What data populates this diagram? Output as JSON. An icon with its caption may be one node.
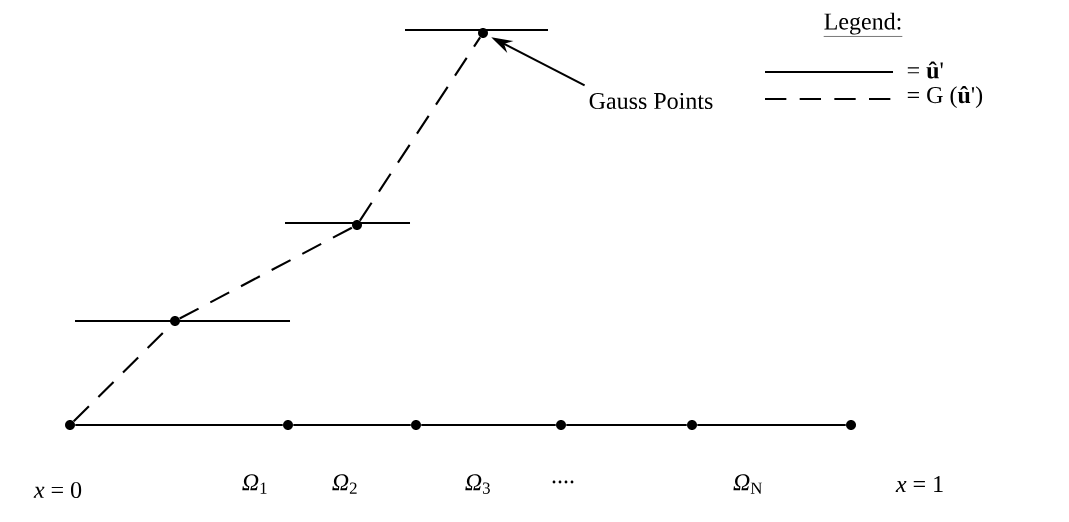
{
  "diagram": {
    "nodes": [
      {
        "text": [],
        "shape": "circle"
      },
      {
        "text": [
          "Gauss Points"
        ]
      },
      {
        "text": [],
        "shape": "circle"
      },
      {
        "text": [],
        "shape": "circle"
      },
      {
        "text": [],
        "shape": "circle"
      },
      {
        "text": [],
        "shape": "circle"
      },
      {
        "text": [],
        "shape": "circle"
      },
      {
        "text": [],
        "shape": "circle"
      },
      {
        "text": [],
        "shape": "circle"
      },
      {
        "text": [],
        "shape": "circle"
      }
    ],
    "edges": [
      {
        "from": 1,
        "to": 0,
        "arrow": "to"
      },
      {
        "from": 4,
        "to": 3,
        "arrow": "none",
        "style": "dashed"
      },
      {
        "from": 3,
        "to": 2,
        "arrow": "none",
        "style": "dashed"
      },
      {
        "from": 2,
        "to": 0,
        "arrow": "none",
        "style": "dashed"
      },
      {
        "from": 4,
        "to": 5,
        "arrow": "none"
      },
      {
        "from": 5,
        "to": 6,
        "arrow": "none"
      },
      {
        "from": 6,
        "to": 7,
        "arrow": "none"
      },
      {
        "from": 7,
        "to": 8,
        "arrow": "none"
      },
      {
        "from": 8,
        "to": 9,
        "arrow": "none"
      }
    ],
    "labels": [
      "Legend:",
      "*x* = 0",
      "*Ω*$_{1}$",
      "*Ω*$_{2}$",
      "*Ω*$_{3}$",
      "....",
      "*Ω*$_{N}$",
      "*x* = 1"
    ],
    "legend": [
      {
        "text": "= **û**'"
      },
      {
        "text": "= G (**û**')"
      }
    ]
  }
}
